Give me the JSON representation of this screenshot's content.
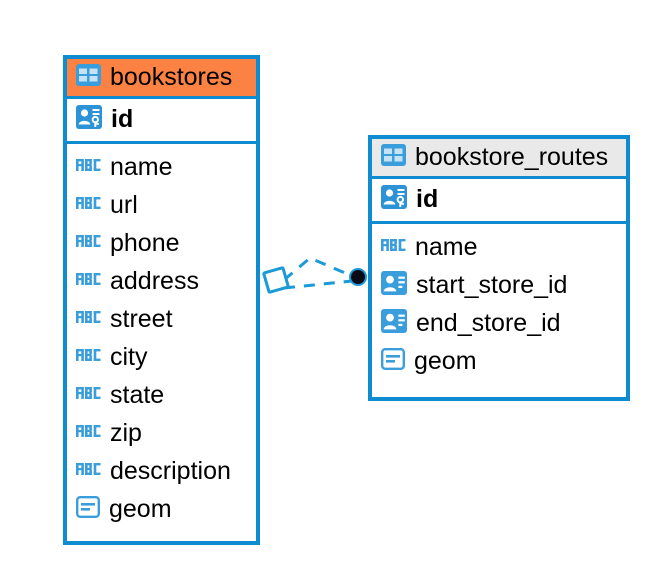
{
  "diagram": {
    "type": "entity-relationship-diagram",
    "background": "#ffffff",
    "accent_blue": "#0f8bd0",
    "highlight_orange": "#fb8242",
    "header_gray": "#e9e9e9"
  },
  "tables": [
    {
      "name": "bookstores",
      "title": "bookstores",
      "header_style": "orange",
      "header_icon": "table-icon",
      "primary_key": {
        "label": "id",
        "icon": "primary-key-icon"
      },
      "fields": [
        {
          "label": "name",
          "icon": "text-abc-icon"
        },
        {
          "label": "url",
          "icon": "text-abc-icon"
        },
        {
          "label": "phone",
          "icon": "text-abc-icon"
        },
        {
          "label": "address",
          "icon": "text-abc-icon"
        },
        {
          "label": "street",
          "icon": "text-abc-icon"
        },
        {
          "label": "city",
          "icon": "text-abc-icon"
        },
        {
          "label": "state",
          "icon": "text-abc-icon"
        },
        {
          "label": "zip",
          "icon": "text-abc-icon"
        },
        {
          "label": "description",
          "icon": "text-abc-icon"
        },
        {
          "label": "geom",
          "icon": "geometry-icon"
        }
      ]
    },
    {
      "name": "bookstore_routes",
      "title": "bookstore_routes",
      "header_style": "gray",
      "header_icon": "table-icon",
      "primary_key": {
        "label": "id",
        "icon": "primary-key-icon"
      },
      "fields": [
        {
          "label": "name",
          "icon": "text-abc-icon"
        },
        {
          "label": "start_store_id",
          "icon": "foreign-key-icon"
        },
        {
          "label": "end_store_id",
          "icon": "foreign-key-icon"
        },
        {
          "label": "geom",
          "icon": "geometry-icon"
        }
      ]
    }
  ],
  "relationships": [
    {
      "from_table": "bookstores",
      "to_table": "bookstore_routes",
      "to_field": "start_store_id",
      "source_marker": "diamond-marker",
      "target_marker": "circle-marker",
      "line_style": "dashed"
    },
    {
      "from_table": "bookstores",
      "to_table": "bookstore_routes",
      "to_field": "end_store_id",
      "source_marker": "diamond-marker",
      "target_marker": "circle-marker",
      "line_style": "dashed"
    }
  ]
}
